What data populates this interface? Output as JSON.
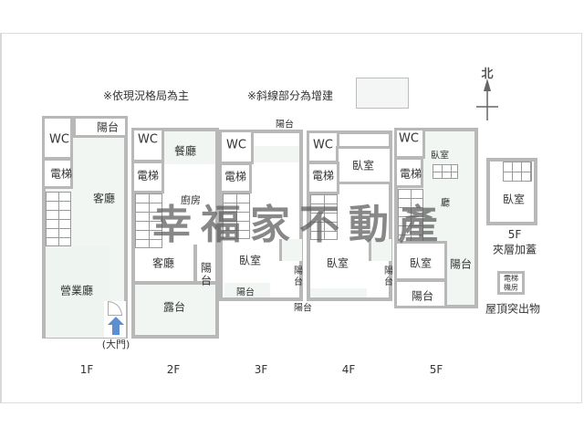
{
  "notes": {
    "current_layout": "※依現況格局為主",
    "hatched_addition": "※斜線部分為增建"
  },
  "legend": {
    "hatched_color": "#f3f6f4"
  },
  "compass": {
    "label": "北",
    "icon": "north-arrow-icon"
  },
  "watermark": "幸福家不動產",
  "colors": {
    "wall": "#b8b8b8",
    "addition_fill": "#f1f6f3",
    "entrance_arrow": "#5b8fd1"
  },
  "floors": [
    {
      "label": "1F",
      "rooms": {
        "wc": "WC",
        "balcony": "陽台",
        "elevator": "電梯",
        "living": "客廳",
        "business_hall": "營業廳",
        "main_door": "(大門)"
      }
    },
    {
      "label": "2F",
      "rooms": {
        "wc": "WC",
        "dining": "餐廳",
        "elevator": "電梯",
        "kitchen": "廚房",
        "living": "客廳",
        "balcony": "陽台",
        "terrace": "露台"
      }
    },
    {
      "label": "3F",
      "rooms": {
        "wc": "WC",
        "balcony_top": "陽台",
        "elevator": "電梯",
        "bedroom": "臥室",
        "balcony_side": "陽台",
        "balcony_bottom": "陽台"
      }
    },
    {
      "label": "4F",
      "rooms": {
        "wc": "WC",
        "bedroom_top": "臥室",
        "elevator": "電梯",
        "bedroom_bottom": "臥室",
        "balcony_side": "陽台",
        "balcony_bottom": "陽台"
      }
    },
    {
      "label": "5F",
      "rooms": {
        "wc": "WC",
        "bedroom_top": "臥室",
        "elevator": "電梯",
        "hall": "廳",
        "bedroom_bottom": "臥室",
        "balcony_side": "陽台",
        "balcony_bottom": "陽台"
      }
    }
  ],
  "mezzanine": {
    "bedroom": "臥室",
    "title_line1": "5F",
    "title_line2": "夾層加蓋"
  },
  "roof": {
    "machine_room_line1": "電梯",
    "machine_room_line2": "機房",
    "label": "屋頂突出物"
  }
}
